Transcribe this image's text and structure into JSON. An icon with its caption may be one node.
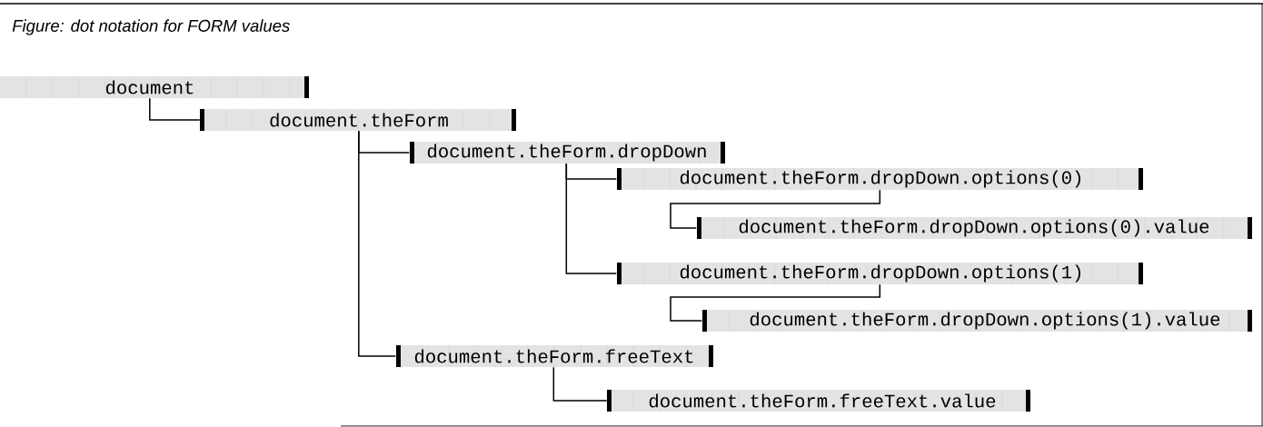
{
  "diagram": {
    "title": "Figure: dot notation for FORM values",
    "nodes": [
      {
        "text": [
          "document"
        ]
      },
      {
        "text": [
          "document.theForm"
        ]
      },
      {
        "text": [
          "document.theForm.dropDown"
        ]
      },
      {
        "text": [
          "document.theForm.dropDown.options(0)"
        ]
      },
      {
        "text": [
          "document.theForm.dropDown.options(0).value"
        ]
      },
      {
        "text": [
          "document.theForm.dropDown.options(1)"
        ]
      },
      {
        "text": [
          "document.theForm.dropDown.options(1).value"
        ]
      },
      {
        "text": [
          "document.theForm.freeText"
        ]
      },
      {
        "text": [
          "document.theForm.freeText.value"
        ]
      }
    ],
    "edges": [
      {
        "from": 0,
        "to": 1,
        "arrow": "none"
      },
      {
        "from": 1,
        "to": 2,
        "arrow": "none"
      },
      {
        "from": 2,
        "to": 3,
        "arrow": "none"
      },
      {
        "from": 3,
        "to": 4,
        "arrow": "none"
      },
      {
        "from": 2,
        "to": 5,
        "arrow": "none"
      },
      {
        "from": 5,
        "to": 6,
        "arrow": "none"
      },
      {
        "from": 1,
        "to": 7,
        "arrow": "none"
      },
      {
        "from": 7,
        "to": 8,
        "arrow": "none"
      }
    ]
  }
}
